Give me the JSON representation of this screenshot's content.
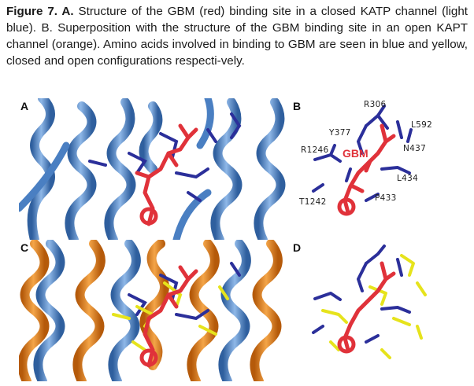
{
  "figure": {
    "caption_bold": "Figure 7. A.",
    "caption_text": " Structure of the GBM (red) binding site in a closed KATP channel (light blue). B. Superposition with the structure of the GBM binding site in an open KAPT channel (orange). Amino acids involved in binding to GBM are seen in blue and yellow, closed and open configurations respecti-vely."
  },
  "panels": {
    "a": "A",
    "b": "B",
    "c": "C",
    "d": "D"
  },
  "labels": {
    "gbm": "GBM",
    "residues": [
      "R306",
      "Y377",
      "L592",
      "N437",
      "R1246",
      "L434",
      "T1242",
      "P433"
    ]
  },
  "colors": {
    "closed_channel": "#5b8fd0",
    "open_channel": "#e8861e",
    "gbm": "#e0323a",
    "closed_residues": "#2b2f9a",
    "open_residues": "#e6e31c"
  }
}
